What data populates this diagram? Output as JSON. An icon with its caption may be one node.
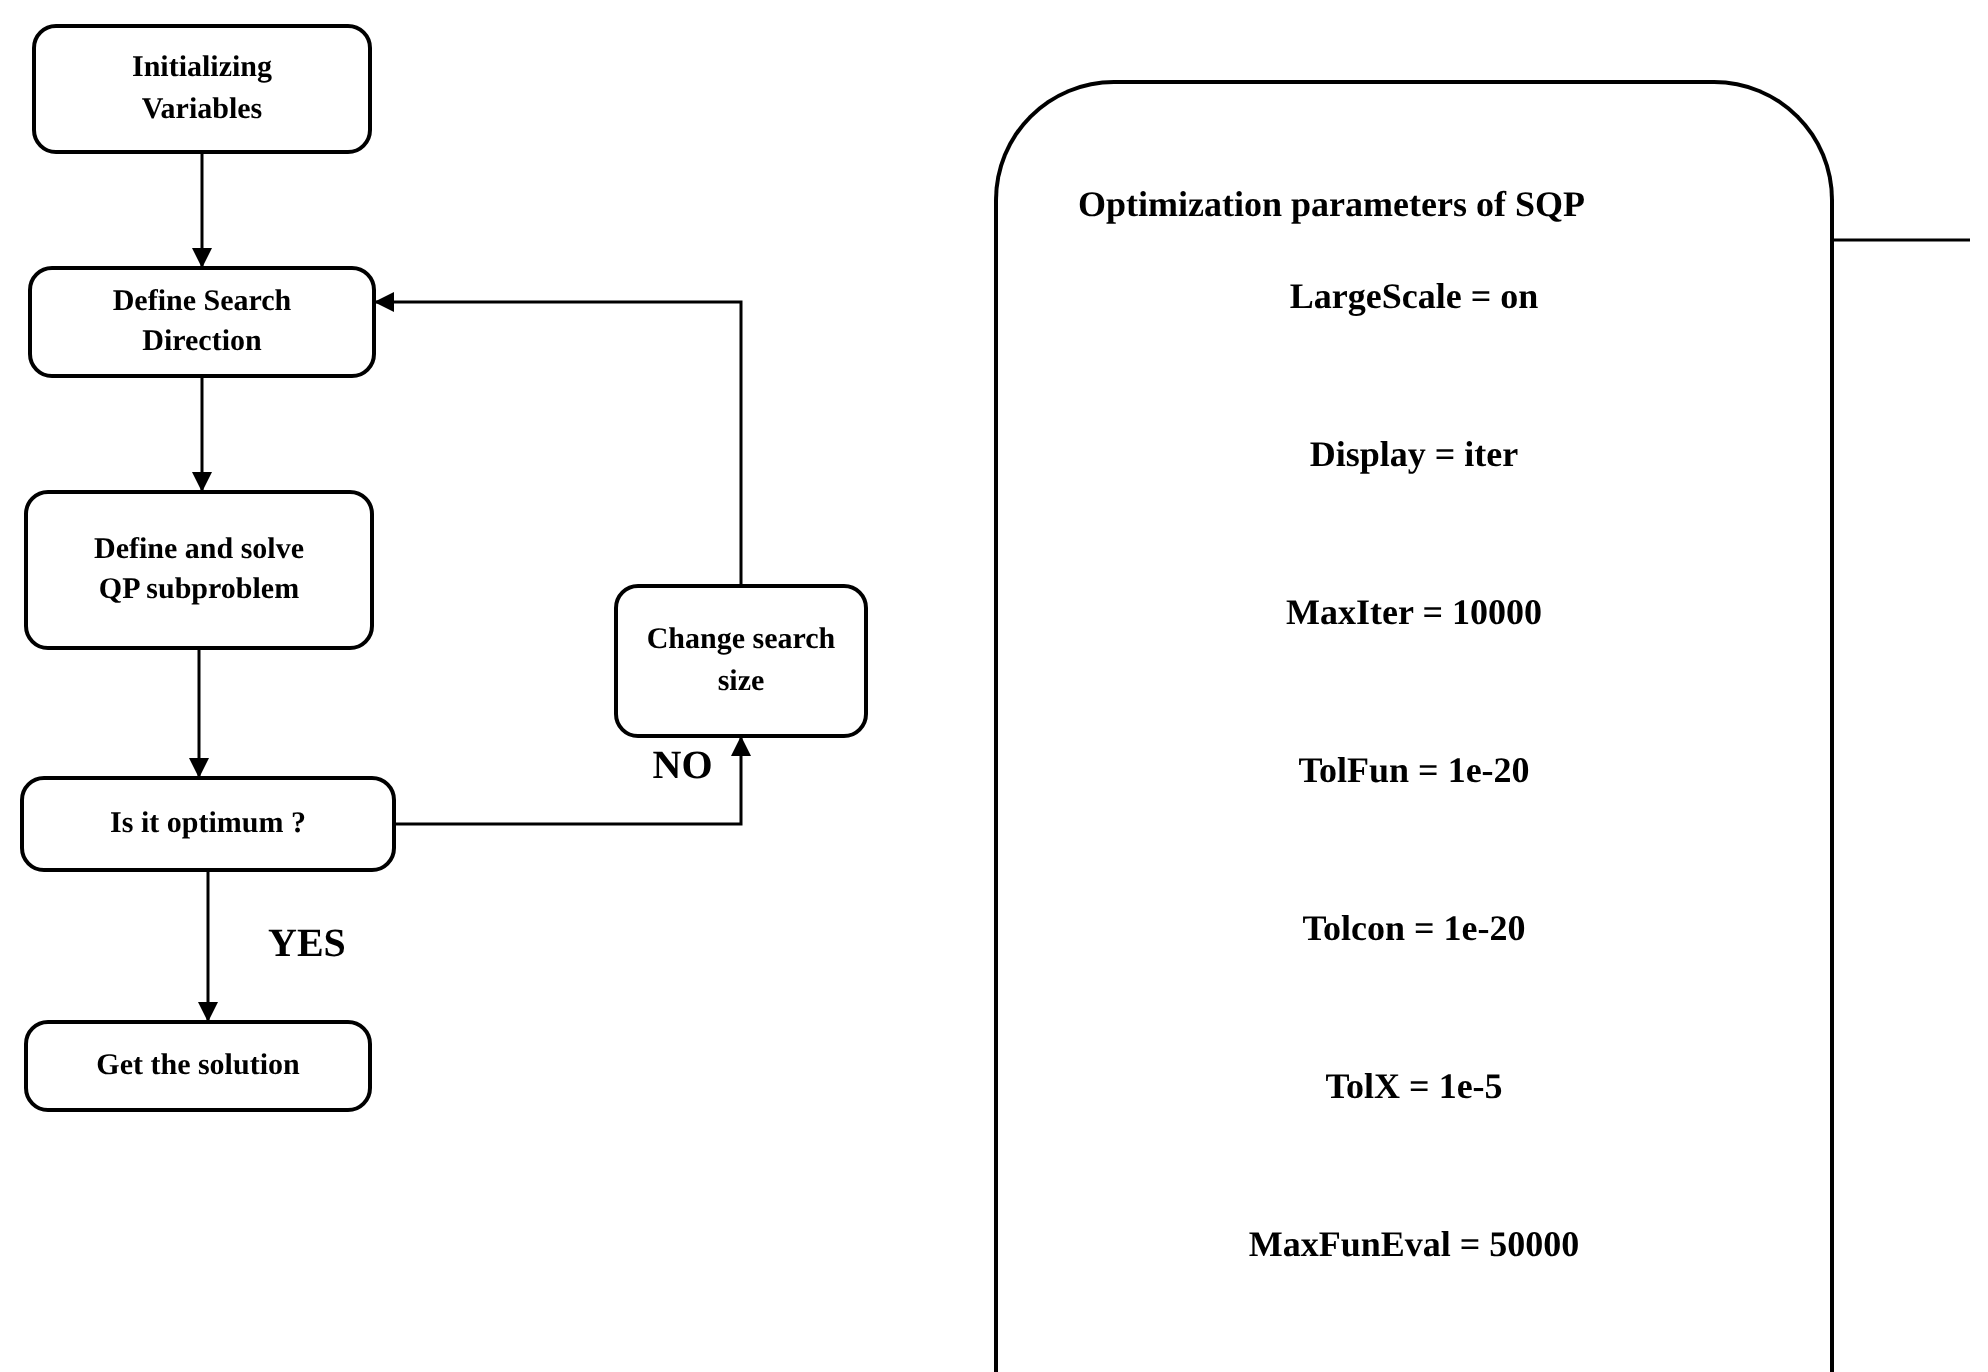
{
  "diagram": {
    "nodes": [
      {
        "text": [
          "Initializing Variables"
        ]
      },
      {
        "text": [
          "Define Search Direction"
        ]
      },
      {
        "text": [
          "Define and solve QP subproblem"
        ]
      },
      {
        "text": [
          "Is it optimum ?"
        ]
      },
      {
        "text": [
          "Change search size"
        ]
      },
      {
        "text": [
          "Get the solution"
        ]
      },
      {
        "text": [
          "Optimization parameters of SQP",
          "LargeScale = on",
          "Display = iter",
          "MaxIter = 10000",
          "TolFun = 1e-20",
          "Tolcon = 1e-20",
          "TolX = 1e-5",
          "MaxFunEval = 50000"
        ]
      }
    ],
    "edges": [
      {
        "from": 0,
        "to": 1,
        "arrow": "to"
      },
      {
        "from": 1,
        "to": 2,
        "arrow": "to"
      },
      {
        "from": 2,
        "to": 3,
        "arrow": "to"
      },
      {
        "from": 3,
        "to": 4,
        "arrow": "to",
        "label": "NO"
      },
      {
        "from": 4,
        "to": 1,
        "arrow": "to"
      },
      {
        "from": 3,
        "to": 5,
        "arrow": "to",
        "label": "YES"
      }
    ]
  }
}
